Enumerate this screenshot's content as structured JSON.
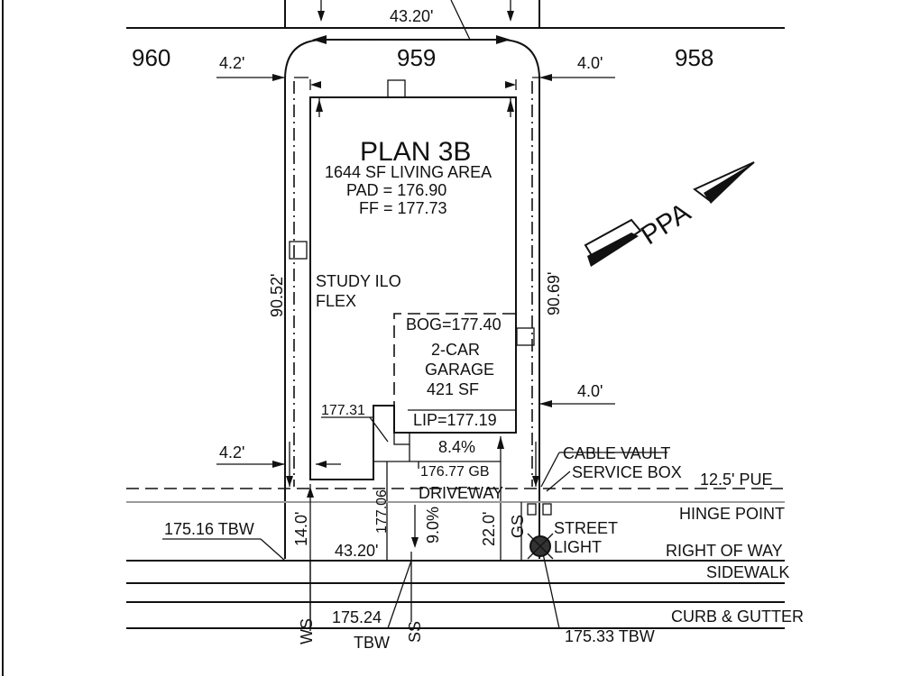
{
  "lots": {
    "left": "960",
    "center": "959",
    "right": "958"
  },
  "plan": {
    "title": "PLAN 3B",
    "living_area": "1644 SF LIVING AREA",
    "pad": "PAD = 176.90",
    "ff": "FF = 177.73",
    "study_line1": "STUDY ILO",
    "study_line2": "FLEX"
  },
  "garage": {
    "bog": "BOG=177.40",
    "label_line1": "2-CAR",
    "label_line2": "GARAGE",
    "label_line3": "421 SF",
    "lip": "LIP=177.19"
  },
  "dimensions": {
    "top_width": "43.20'",
    "bottom_width": "43.20'",
    "left_setback_top": "4.2'",
    "right_setback_top": "4.0'",
    "right_setback_mid": "4.0'",
    "left_setback_bottom": "4.2'",
    "left_depth": "90.52'",
    "right_depth": "90.69'",
    "front_left": "14.0'",
    "front_drive": "22.0'"
  },
  "driveway": {
    "slope_upper": "8.4%",
    "gb": "176.77 GB",
    "label": "DRIVEWAY",
    "slope_lower": "9.0%",
    "elev_177_06": "177.06",
    "elev_177_31": "177.31"
  },
  "utilities": {
    "cable_vault": "CABLE VAULT",
    "service_box": "SERVICE BOX",
    "street_light_1": "STREET",
    "street_light_2": "LIGHT",
    "gs": "GS",
    "ws": "WS",
    "ss": "SS"
  },
  "lines": {
    "pue": "12.5' PUE",
    "hinge": "HINGE POINT",
    "row": "RIGHT OF WAY",
    "sidewalk": "SIDEWALK",
    "curb": "CURB & GUTTER"
  },
  "elevations": {
    "tbw_left": "175.16 TBW",
    "tbw_center_value": "175.24",
    "tbw_center_label": "TBW",
    "tbw_right": "175.33 TBW"
  },
  "north_arrow": {
    "letters": "PPA"
  }
}
